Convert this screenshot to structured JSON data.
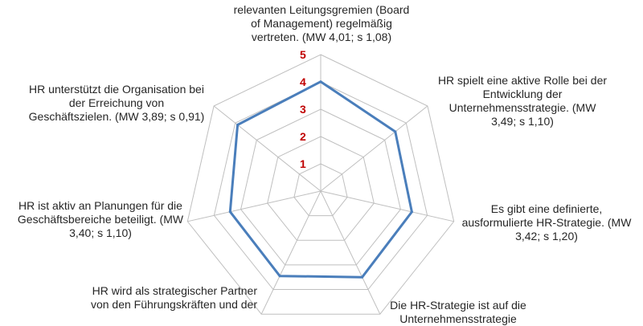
{
  "chart_data": {
    "type": "radar",
    "title": "",
    "axes": [
      "relevanten Leitungsgremien (Board of Management) regelmäßig vertreten. (MW 4,01; s 1,08)",
      "HR spielt eine aktive Rolle bei der Entwicklung der Unternehmensstrategie.  (MW 3,49; s 1,10)",
      "Es gibt eine definierte, ausformulierte HR-Strategie.  (MW 3,42; s 1,20)",
      "Die HR-Strategie ist auf die Unternehmensstrategie",
      "HR wird als strategischer Partner von den Führungskräften und der",
      "HR ist aktiv an Planungen für die Geschäftsbereiche beteiligt.  (MW 3,40; s 1,10)",
      "HR unterstützt die Organisation bei der Erreichung von Geschäftszielen.  (MW 3,89; s 0,91)"
    ],
    "axis_label_lines": [
      [
        "relevanten Leitungsgremien (Board",
        "of Management) regelmäßig",
        "vertreten. (MW 4,01; s 1,08)"
      ],
      [
        "HR spielt eine aktive Rolle bei der",
        "Entwicklung der",
        "Unternehmensstrategie.  (MW",
        "3,49; s 1,10)"
      ],
      [
        "Es gibt eine definierte,",
        "ausformulierte HR-Strategie.  (MW",
        "3,42; s 1,20)"
      ],
      [
        "Die HR-Strategie ist auf die",
        "Unternehmensstrategie"
      ],
      [
        "HR wird als strategischer Partner",
        "von den Führungskräften und der"
      ],
      [
        "HR ist aktiv an Planungen für die",
        "Geschäftsbereiche beteiligt.  (MW",
        "3,40; s 1,10)"
      ],
      [
        "HR unterstützt die Organisation bei",
        "der Erreichung von",
        "Geschäftszielen.  (MW 3,89; s 0,91)"
      ]
    ],
    "scale_ticks": [
      1,
      2,
      3,
      4,
      5
    ],
    "range": [
      0,
      5
    ],
    "series": [
      {
        "values": [
          4.01,
          3.49,
          3.42,
          3.5,
          3.45,
          3.4,
          3.89
        ]
      }
    ],
    "colors": {
      "series": "#4a7ebb",
      "grid": "#bfbfbf",
      "tick_label": "#c00000"
    },
    "grid": true,
    "legend": "none"
  }
}
